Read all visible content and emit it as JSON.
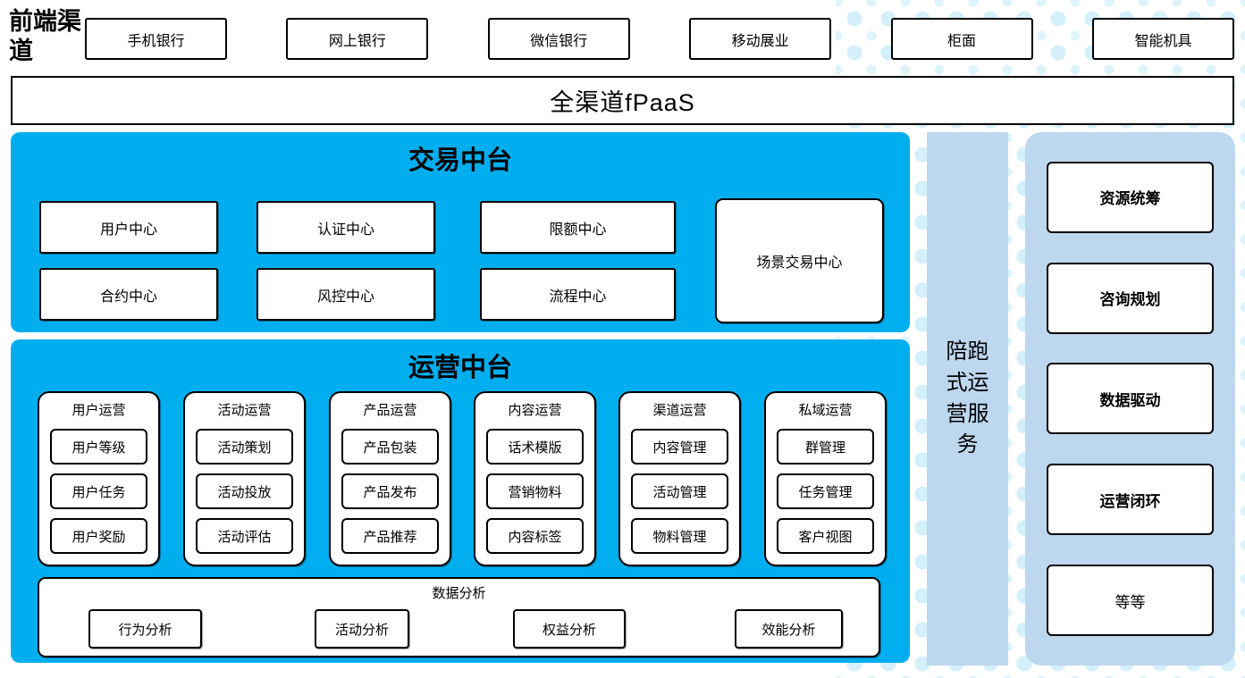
{
  "colors": {
    "accent_blue": "#00AEEF",
    "light_blue": "#BDD7EE",
    "dot_blue": "#D9F2FB",
    "border": "#000000"
  },
  "channels": {
    "label": "前端渠道",
    "items": [
      "手机银行",
      "网上银行",
      "微信银行",
      "移动展业",
      "柜面",
      "智能机具"
    ]
  },
  "fpaas": {
    "label": "全渠道fPaaS"
  },
  "trade_platform": {
    "title": "交易中台",
    "centers": [
      "用户中心",
      "认证中心",
      "限额中心",
      "合约中心",
      "风控中心",
      "流程中心"
    ],
    "scene_center": "场景交易中心"
  },
  "operation_platform": {
    "title": "运营中台",
    "columns": [
      {
        "title": "用户运营",
        "items": [
          "用户等级",
          "用户任务",
          "用户奖励"
        ]
      },
      {
        "title": "活动运营",
        "items": [
          "活动策划",
          "活动投放",
          "活动评估"
        ]
      },
      {
        "title": "产品运营",
        "items": [
          "产品包装",
          "产品发布",
          "产品推荐"
        ]
      },
      {
        "title": "内容运营",
        "items": [
          "话术模版",
          "营销物料",
          "内容标签"
        ]
      },
      {
        "title": "渠道运营",
        "items": [
          "内容管理",
          "活动管理",
          "物料管理"
        ]
      },
      {
        "title": "私域运营",
        "items": [
          "群管理",
          "任务管理",
          "客户视图"
        ]
      }
    ],
    "data_analysis": {
      "title": "数据分析",
      "items": [
        "行为分析",
        "活动分析",
        "权益分析",
        "效能分析"
      ]
    }
  },
  "companion_service": {
    "label": "陪跑式运营服务"
  },
  "service_panel": {
    "items": [
      "资源统筹",
      "咨询规划",
      "数据驱动",
      "运营闭环",
      "等等"
    ]
  }
}
